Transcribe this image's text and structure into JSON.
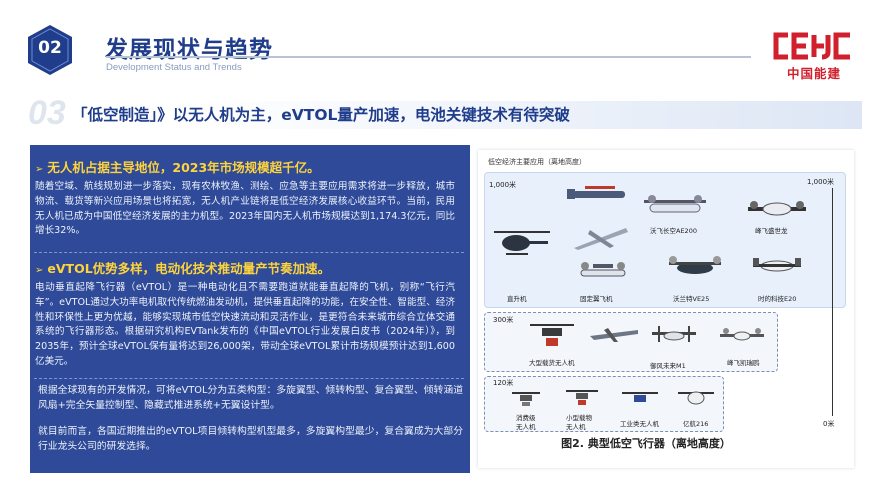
{
  "header": {
    "badge": "02",
    "title": "发展现状与趋势",
    "subtitle": "Development Status and Trends",
    "logo_name": "中国能建"
  },
  "headline": {
    "number": "03",
    "text": "「低空制造」》以无人机为主，eVTOL量产加速，电池关键技术有待突破"
  },
  "left": {
    "section1_title": "无人机占据主导地位，2023年市场规模超千亿。",
    "section1_body": "随着空域、航线规划进一步落实，现有农林牧渔、测绘、应急等主要应用需求将进一步释放，城市物流、载货等新兴应用场景也将拓宽，无人机产业链将是低空经济发展核心收益环节。当前，民用无人机已成为中国低空经济发展的主力机型。2023年国内无人机市场规模达到1,174.3亿元，同比增长32%。",
    "section2_title": "eVTOL优势多样，电动化技术推动量产节奏加速。",
    "section2_body": "电动垂直起降飞行器（eVTOL）是一种电动化且不需要跑道就能垂直起降的飞机，别称“飞行汽车”。eVTOL通过大功率电机取代传统燃油发动机，提供垂直起降的功能，在安全性、智能型、经济性和环保性上更为优越，能够实现城市低空快速流动和灵活作业，是更符合未来城市综合立体交通系统的飞行器形态。根据研究机构EVTank发布的《中国eVTOL行业发展白皮书（2024年）》，到2035年，预计全球eVTOL保有量将达到26,000架，带动全球eVTOL累计市场规模预计达到1,600亿美元。",
    "para3": "根据全球现有的开发情况，可将eVTOL分为五类构型：多旋翼型、倾转构型、复合翼型、倾转涵道风扇+完全矢量控制型、隐藏式推进系统+无翼设计型。",
    "para4": "就目前而言，各国近期推出的eVTOL项目倾转构型机型最多，多旋翼构型最少，复合翼成为大部分行业龙头公司的研发选择。"
  },
  "figure": {
    "small_title": "低空经济主要应用（离地高度）",
    "alt_1000_left": "1,000米",
    "alt_1000_right": "1,000米",
    "alt_300": "300米",
    "alt_120": "120米",
    "alt_0": "0米",
    "caption": "图2. 典型低空飞行器（离地高度）",
    "labels": {
      "ae200": "沃飞长空AE200",
      "shengshilong": "峰飞盛世龙",
      "helicopter": "直升机",
      "fixed_wing": "固定翼飞机",
      "ve25": "沃兰特VE25",
      "e20": "时的科技E20",
      "cargo_drone": "大型载货无人机",
      "m1": "御风未来M1",
      "kailairuihe": "峰飞凯瑞鸥",
      "consumer_1": "消费级",
      "consumer_2": "无人机",
      "small_cargo_1": "小型载物",
      "small_cargo_2": "无人机",
      "industrial": "工业类无人机",
      "ehang": "亿航216"
    }
  },
  "colors": {
    "brand_blue": "#1f3d8a",
    "panel_blue": "#2e4a98",
    "accent_yellow": "#ffd43b",
    "logo_red": "#d11f2d"
  }
}
